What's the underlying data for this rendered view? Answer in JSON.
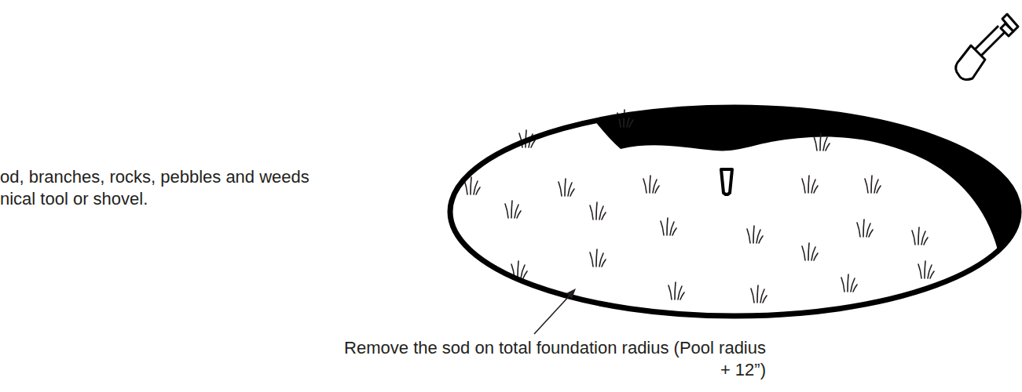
{
  "diagram": {
    "labels": [
      "od, branches, rocks, pebbles and weeds",
      "nical tool or shovel.",
      "Remove the sod on total foundation radius (Pool radius + 12”)"
    ]
  }
}
